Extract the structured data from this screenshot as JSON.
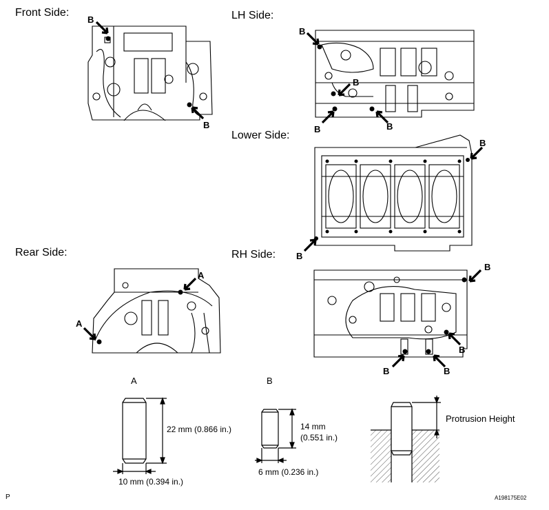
{
  "views": {
    "front": "Front Side:",
    "lh": "LH Side:",
    "lower": "Lower Side:",
    "rear": "Rear Side:",
    "rh": "RH Side:"
  },
  "callouts": {
    "a": "A",
    "b": "B"
  },
  "pin_a": {
    "label": "A",
    "height": "22 mm (0.866 in.)",
    "diameter": "10 mm (0.394 in.)"
  },
  "pin_b": {
    "label": "B",
    "height_line1": "14 mm",
    "height_line2": "(0.551 in.)",
    "diameter": "6 mm (0.236 in.)"
  },
  "protrusion": "Protrusion Height",
  "corner_left": "P",
  "figure_code": "A198175E02"
}
